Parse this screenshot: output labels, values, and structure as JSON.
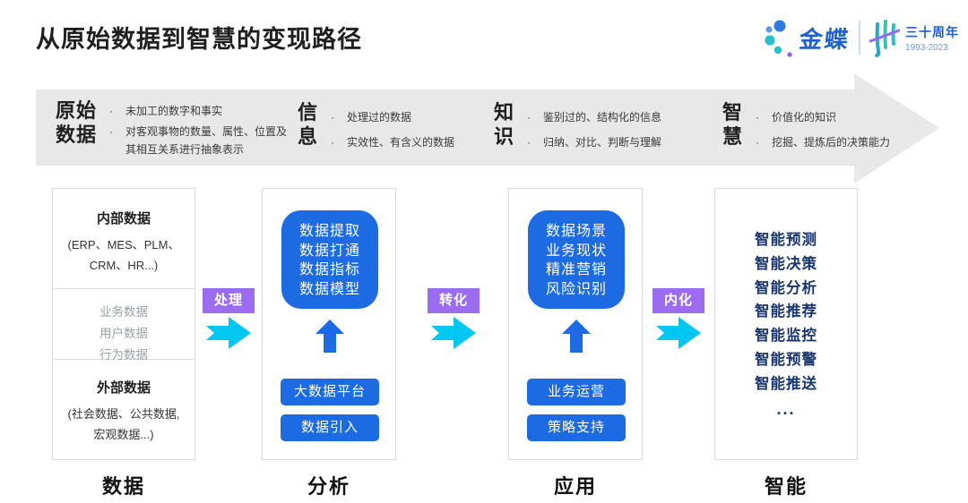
{
  "title": "从原始数据到智慧的变现路径",
  "logo": {
    "brand": "金蝶",
    "anniversary": "三十周年",
    "years": "1993-2023"
  },
  "banner": {
    "stages": [
      {
        "line1": "原始",
        "line2": "数据",
        "points": [
          "未加工的数字和事实",
          "对客观事物的数量、属性、位置及其相互关系进行抽象表示"
        ]
      },
      {
        "line1": "信",
        "line2": "息",
        "points": [
          "处理过的数据",
          "实效性、有含义的数据"
        ]
      },
      {
        "line1": "知",
        "line2": "识",
        "points": [
          "鉴别过的、结构化的信息",
          "归纳、对比、判断与理解"
        ]
      },
      {
        "line1": "智",
        "line2": "慧",
        "points": [
          "价值化的知识",
          "挖掘、提炼后的决策能力"
        ]
      }
    ]
  },
  "connectors": [
    {
      "label": "处理"
    },
    {
      "label": "转化"
    },
    {
      "label": "内化"
    }
  ],
  "data_column": {
    "footer": "数据",
    "internal": {
      "title": "内部数据",
      "line1": "(ERP、MES、PLM、",
      "line2": "CRM、HR...)"
    },
    "middle": [
      "业务数据",
      "用户数据",
      "行为数据"
    ],
    "external": {
      "title": "外部数据",
      "line1": "(社会数据、公共数据,",
      "line2": "宏观数据...)"
    }
  },
  "analysis_column": {
    "footer": "分析",
    "core": [
      "数据提取",
      "数据打通",
      "数据指标",
      "数据模型"
    ],
    "buttons": [
      "大数据平台",
      "数据引入"
    ]
  },
  "application_column": {
    "footer": "应用",
    "core": [
      "数据场景",
      "业务现状",
      "精准营销",
      "风险识别"
    ],
    "buttons": [
      "业务运营",
      "策略支持"
    ]
  },
  "intelligence_column": {
    "footer": "智能",
    "items": [
      "智能预测",
      "智能决策",
      "智能分析",
      "智能推荐",
      "智能监控",
      "智能预警",
      "智能推送"
    ],
    "more": "..."
  },
  "colors": {
    "blue": "#1C6BE2",
    "navy": "#17356F",
    "purple": "#9C6CF0",
    "cyan": "#00C6F2",
    "banner_gray": "#E8E8E8",
    "border_gray": "#D9D9D9"
  }
}
